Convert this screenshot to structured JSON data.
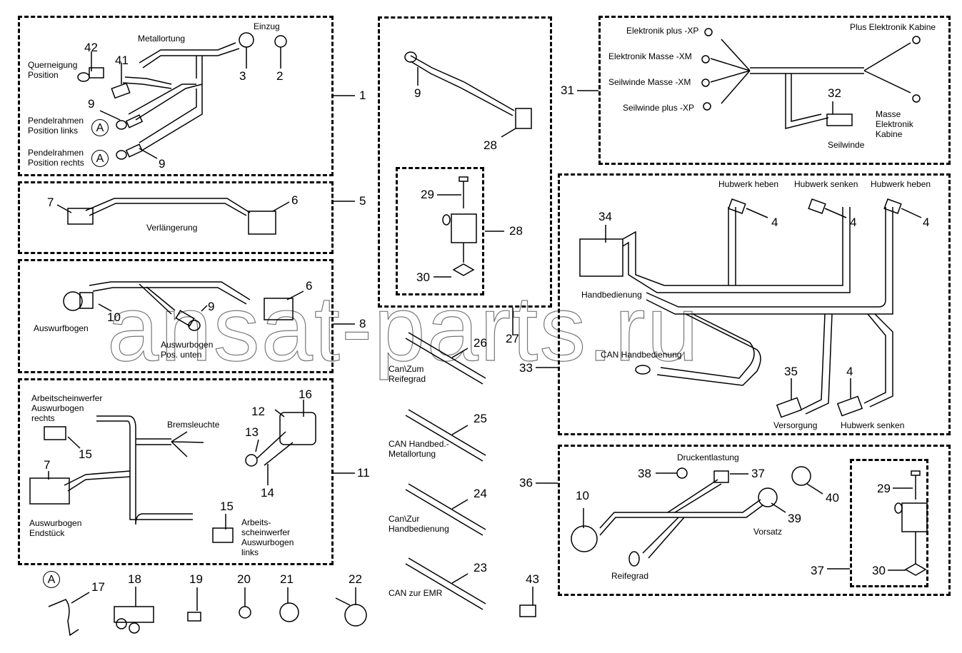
{
  "watermark": "ansat-parts.ru",
  "groups": {
    "g1": {
      "ref": "1",
      "labels": {
        "metallortung": "Metallortung",
        "einzug": "Einzug",
        "querneigung_1": "Querneigung",
        "querneigung_2": "Position",
        "pendel_links_1": "Pendelrahmen",
        "pendel_links_2": "Position links",
        "pendel_rechts_1": "Pendelrahmen",
        "pendel_rechts_2": "Position rechts"
      },
      "callouts": [
        "42",
        "41",
        "3",
        "2",
        "9",
        "9"
      ],
      "circle_marker": "A"
    },
    "g5": {
      "ref": "5",
      "labels": {
        "verlaengerung": "Verlängerung"
      },
      "callouts": [
        "7",
        "6"
      ]
    },
    "g8": {
      "ref": "8",
      "labels": {
        "auswurfbogen": "Auswurfbogen",
        "pos_unten_1": "Auswurbogen",
        "pos_unten_2": "Pos. unten"
      },
      "callouts": [
        "6",
        "10",
        "9"
      ]
    },
    "g11": {
      "ref": "11",
      "labels": {
        "aw_rechts_1": "Arbeitscheinwerfer",
        "aw_rechts_2": "Auswurbogen",
        "aw_rechts_3": "rechts",
        "bremsleuchte": "Bremsleuchte",
        "endstueck_1": "Auswurbogen",
        "endstueck_2": "Endstück",
        "aw_links_1": "Arbeits-",
        "aw_links_2": "scheinwerfer",
        "aw_links_3": "Auswurbogen",
        "aw_links_4": "links"
      },
      "callouts": [
        "16",
        "12",
        "13",
        "15",
        "7",
        "14",
        "15"
      ]
    },
    "loose_bottom": {
      "circle_marker": "A",
      "callouts": [
        "17",
        "18",
        "19",
        "20",
        "21",
        "22"
      ]
    },
    "g_center_top": {
      "callouts": [
        "9",
        "28"
      ],
      "sub": {
        "ref": "28",
        "callouts": [
          "29",
          "30"
        ]
      }
    },
    "g27": {
      "ref": "27",
      "items": [
        {
          "num": "26",
          "label_1": "Can\\Zum",
          "label_2": "Reifegrad"
        },
        {
          "num": "25",
          "label_1": "CAN Handbed.-",
          "label_2": "Metallortung"
        },
        {
          "num": "24",
          "label_1": "Can\\Zur",
          "label_2": "Handbedienung"
        },
        {
          "num": "23",
          "label_1": "CAN zur EMR",
          "label_2": ""
        }
      ],
      "extra": "43"
    },
    "g31": {
      "ref": "31",
      "labels": {
        "el_plus": "Elektronik plus -XP",
        "el_masse": "Elektronik Masse -XM",
        "sw_masse": "Seilwinde Masse -XM",
        "sw_plus": "Seilwinde plus -XP",
        "plus_kabine": "Plus Elektronik Kabine",
        "masse_1": "Masse",
        "masse_2": "Elektronik",
        "masse_3": "Kabine",
        "seilwinde": "Seilwinde"
      },
      "callouts": [
        "32"
      ]
    },
    "g33": {
      "ref": "33",
      "labels": {
        "hub_heben_1": "Hubwerk heben",
        "hub_senken_1": "Hubwerk senken",
        "hub_heben_2": "Hubwerk heben",
        "handbedienung": "Handbedienung",
        "can_handbedienung": "CAN Handbedienung",
        "versorgung": "Versorgung",
        "hub_senken_2": "Hubwerk senken"
      },
      "callouts": [
        "34",
        "4",
        "4",
        "4",
        "35",
        "4"
      ]
    },
    "g36": {
      "ref": "36",
      "labels": {
        "druckentlastung": "Druckentlastung",
        "vorsatz": "Vorsatz",
        "reifegrad": "Reifegrad"
      },
      "callouts": [
        "38",
        "37",
        "40",
        "10",
        "39"
      ],
      "sub": {
        "ref": "37",
        "callouts": [
          "29",
          "30"
        ]
      }
    }
  }
}
